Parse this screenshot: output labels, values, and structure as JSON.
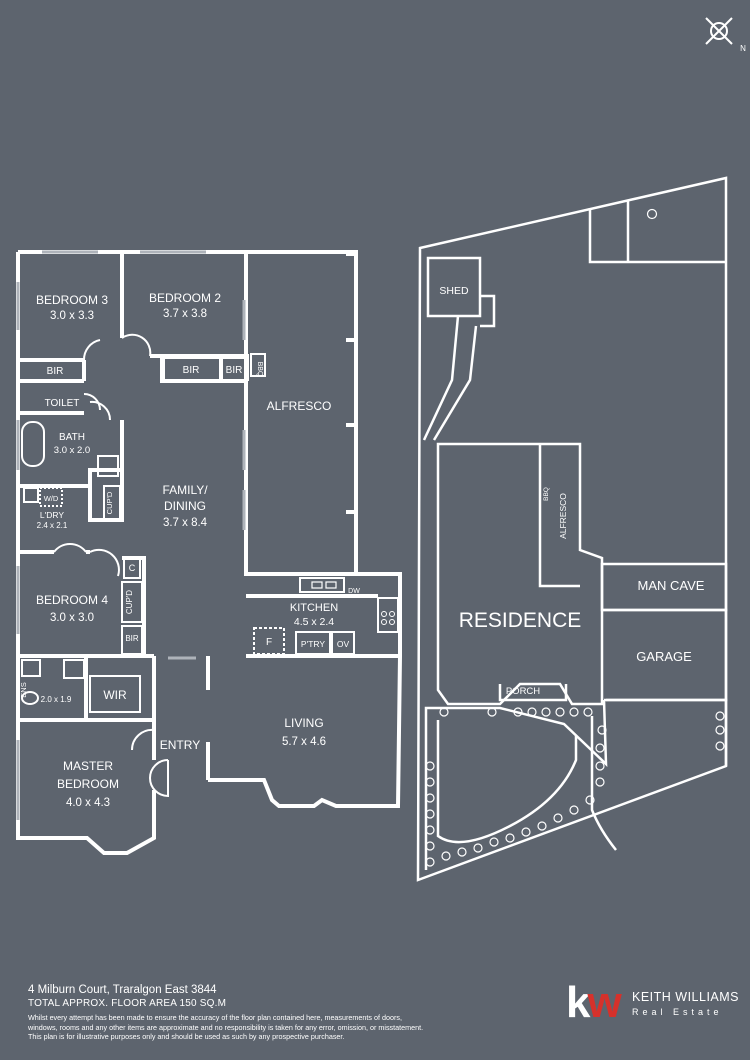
{
  "compass": {
    "north_label": "N"
  },
  "floor_plan": {
    "rooms": {
      "bedroom3": {
        "name": "BEDROOM 3",
        "size": "3.0 x 3.3"
      },
      "bedroom2": {
        "name": "BEDROOM 2",
        "size": "3.7 x 3.8"
      },
      "bir1": "BIR",
      "bir2": "BIR",
      "bir3": "BIR",
      "bir4": "BIR",
      "bbq": "BBQ",
      "alfresco": "ALFRESCO",
      "toilet": "TOILET",
      "bath": {
        "name": "BATH",
        "size": "3.0 x 2.0"
      },
      "wd": "W/D",
      "laundry": {
        "name": "L'DRY",
        "size": "2.4 x 2.1"
      },
      "cupd1": "CUP'D",
      "cupd2": "CUP'D",
      "c": "C",
      "family_dining": {
        "name_line1": "FAMILY/",
        "name_line2": "DINING",
        "size": "3.7 x 8.4"
      },
      "bedroom4": {
        "name": "BEDROOM 4",
        "size": "3.0 x 3.0"
      },
      "dw": "DW",
      "kitchen": {
        "name": "KITCHEN",
        "size": "4.5 x 2.4"
      },
      "fridge": "F",
      "pantry": "P'TRY",
      "oven": "OV",
      "ens": {
        "name": "ENS",
        "size": "2.0 x 1.9"
      },
      "wir": "WIR",
      "entry": "ENTRY",
      "living": {
        "name": "LIVING",
        "size": "5.7 x 4.6"
      },
      "master": {
        "name_line1": "MASTER",
        "name_line2": "BEDROOM",
        "size": "4.0 x 4.3"
      }
    }
  },
  "site_plan": {
    "shed": "SHED",
    "bbq": "BBQ",
    "alfresco": "ALFRESCO",
    "residence": "RESIDENCE",
    "man_cave": "MAN CAVE",
    "garage": "GARAGE",
    "porch": "PORCH"
  },
  "footer": {
    "address": "4 Milburn Court, Traralgon East 3844",
    "total_area": "TOTAL APPROX. FLOOR AREA 150 SQ.M",
    "disclaimer_line1": "Whilst every attempt has been made to ensure the accuracy of the floor plan contained here, measurements of doors,",
    "disclaimer_line2": "windows, rooms and any other items are approximate and no responsibility is taken for any error, omission, or misstatement.",
    "disclaimer_line3": "This plan is for illustrative purposes only and should be used as such by any prospective purchaser."
  },
  "logo": {
    "k": "k",
    "w": "w",
    "line1": "KEITH WILLIAMS",
    "line2": "Real Estate"
  },
  "colors": {
    "background": "#5d646e",
    "walls": "#ffffff",
    "logo_accent": "#d6312b"
  }
}
